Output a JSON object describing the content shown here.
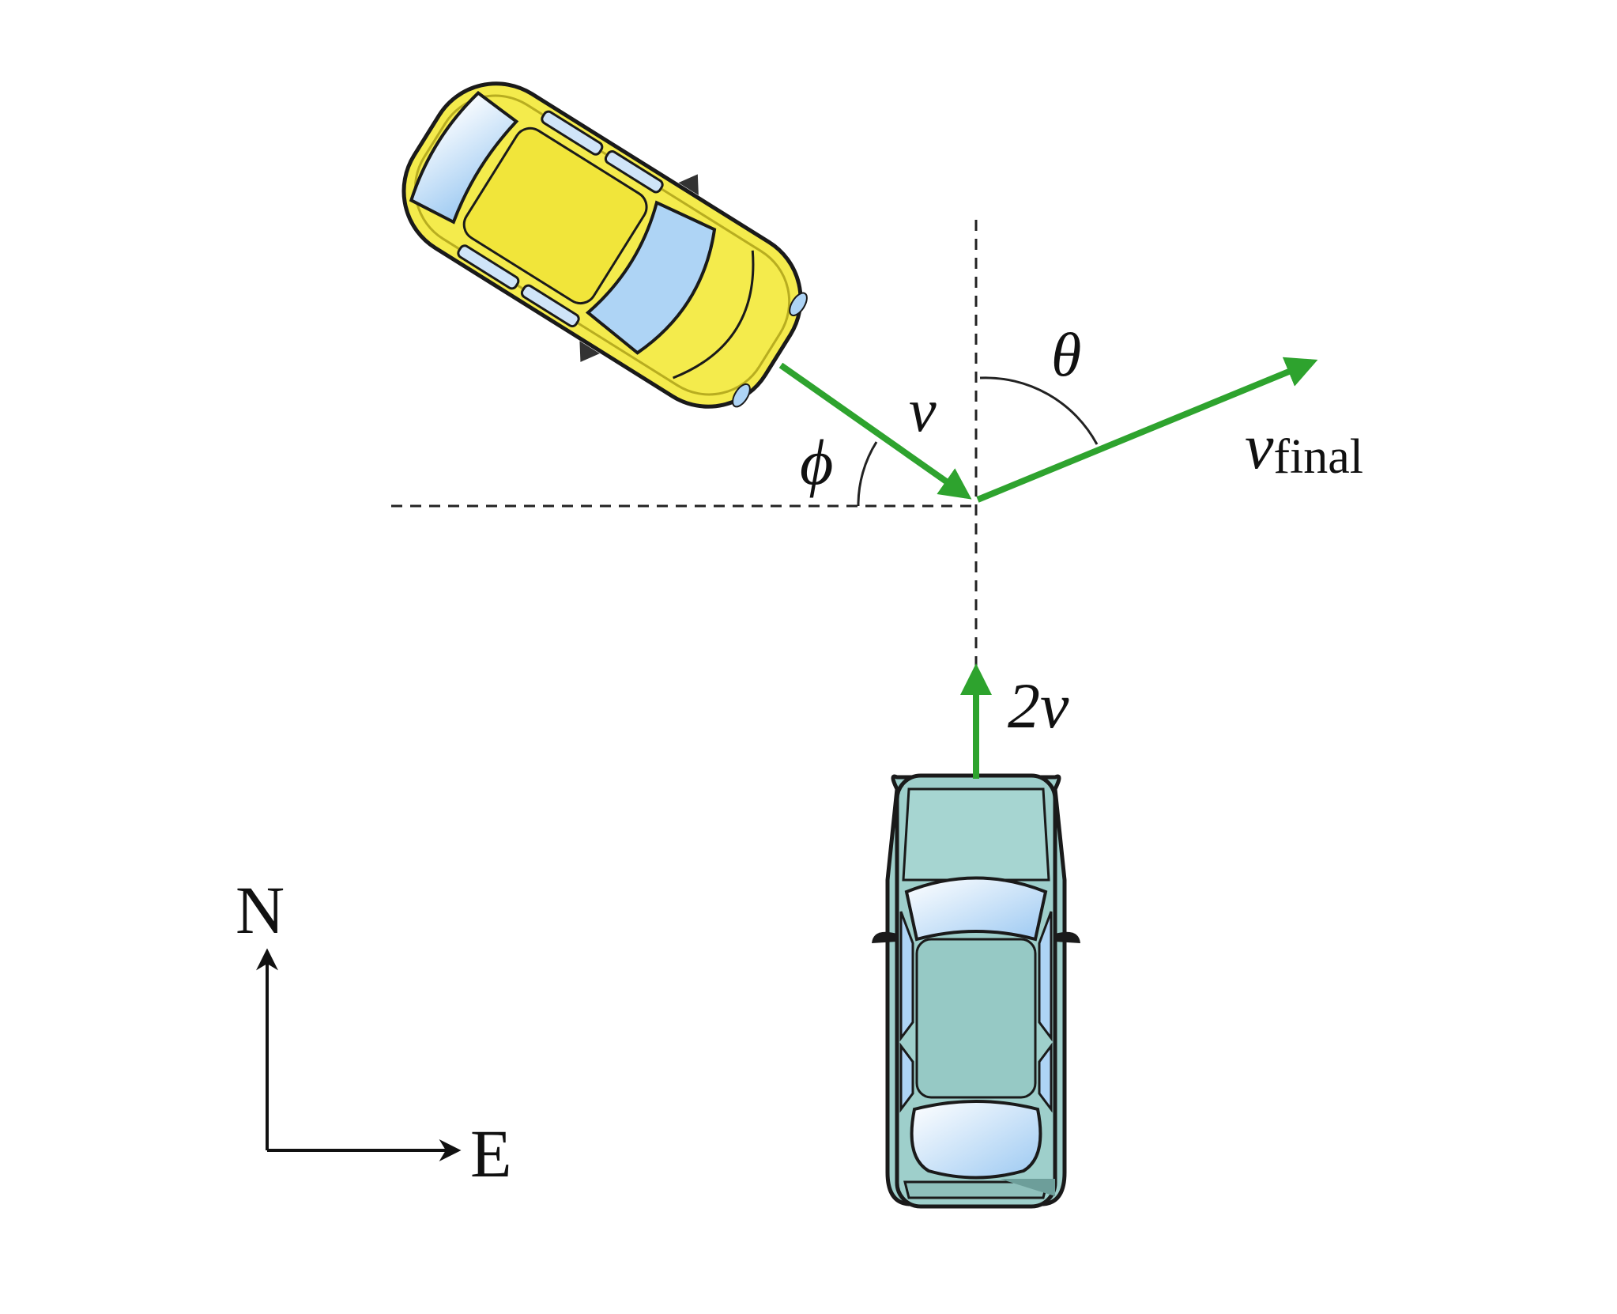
{
  "labels": {
    "v": "v",
    "phi": "ϕ",
    "theta": "θ",
    "v_final_main": "v",
    "v_final_sub": "final",
    "two_v": "2v",
    "north": "N",
    "east": "E"
  },
  "colors": {
    "vector_arrow": "#2ea32e",
    "yellow_car_body": "#f4eb4c",
    "teal_car_body": "#9ecfcb",
    "car_glass": "#aed4f5",
    "guide_line": "#222222"
  },
  "icons": {
    "yellow_car": "car-top-view-icon",
    "teal_car": "car-top-view-icon",
    "compass": "compass-axes-icon"
  }
}
